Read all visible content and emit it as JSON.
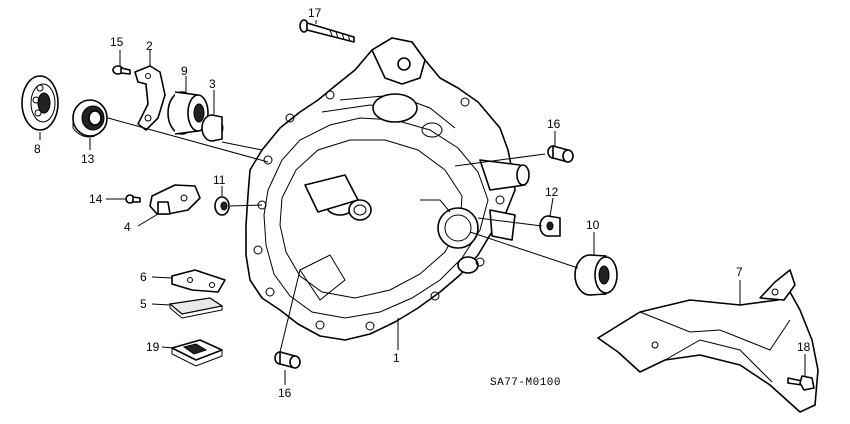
{
  "diagram_code": "SA77-M0100",
  "callouts": {
    "c1": "1",
    "c2": "2",
    "c3": "3",
    "c4": "4",
    "c5": "5",
    "c6": "6",
    "c7": "7",
    "c8": "8",
    "c9": "9",
    "c10": "10",
    "c11": "11",
    "c12": "12",
    "c13": "13",
    "c14": "14",
    "c15": "15",
    "c16a": "16",
    "c16b": "16",
    "c17": "17",
    "c18": "18",
    "c19": "19"
  }
}
